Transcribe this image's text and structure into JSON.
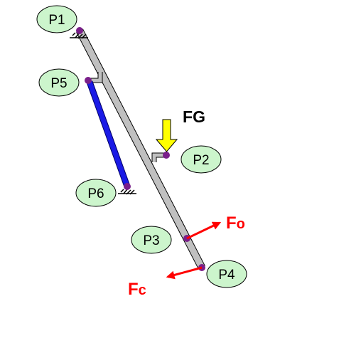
{
  "points": {
    "p1": "P1",
    "p2": "P2",
    "p3": "P3",
    "p4": "P4",
    "p5": "P5",
    "p6": "P6"
  },
  "forces": {
    "gravity": {
      "sub_f": "F",
      "sub_g": "G"
    },
    "fo": {
      "sub_f": "F",
      "sub_o": "o"
    },
    "fc": {
      "sub_f": "F",
      "sub_c": "c"
    }
  },
  "colors": {
    "beam": "#c0c0c0",
    "beam_outline": "#000000",
    "actuator": "#1a1ae6",
    "joint": "#7a1f8a",
    "label_fill": "#ccf5cc",
    "force_red": "#ff0000",
    "gravity_yellow": "#ffff00"
  },
  "icons": {
    "p1_support": "ground-hatch-icon",
    "p6_support": "ground-hatch-icon"
  }
}
